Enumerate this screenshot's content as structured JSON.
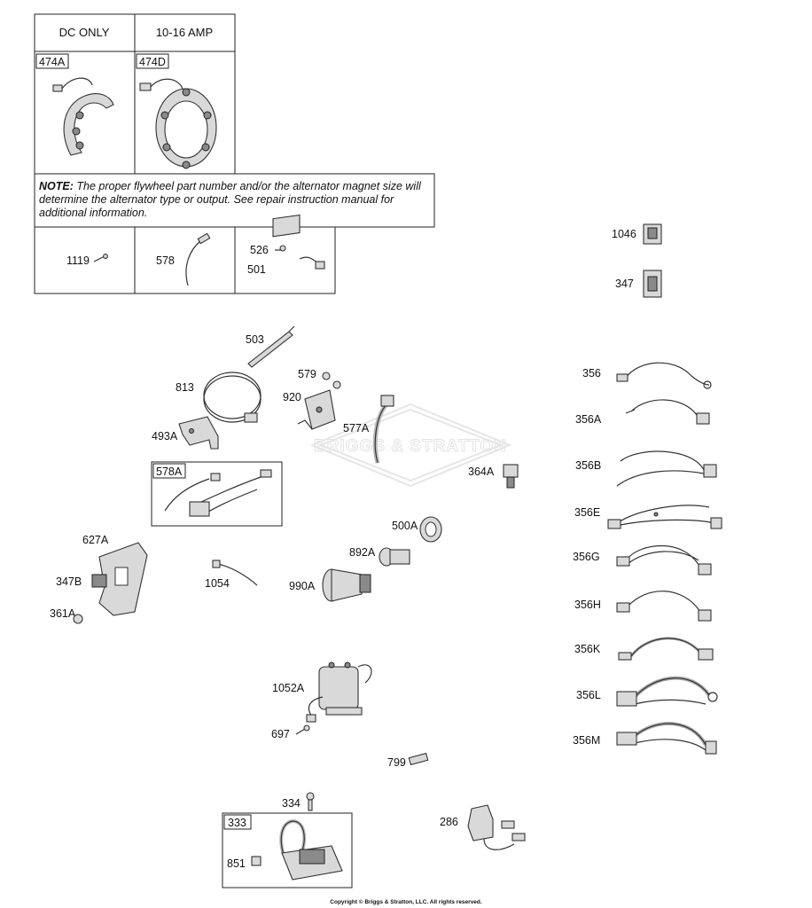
{
  "header_table": {
    "col1_header": "DC ONLY",
    "col2_header": "10-16 AMP",
    "col1_part": "474A",
    "col2_part": "474D"
  },
  "note": {
    "label": "NOTE:",
    "text": "The proper flywheel part number and/or the alternator magnet size will determine the alternator type or output. See repair instruction manual for additional information."
  },
  "parts_row": [
    "1119",
    "578",
    "526",
    "501"
  ],
  "callouts": {
    "p1046": "1046",
    "p347": "347",
    "p503": "503",
    "p813": "813",
    "p579": "579",
    "p920": "920",
    "p493A": "493A",
    "p577A": "577A",
    "p578A": "578A",
    "p364A": "364A",
    "p500A": "500A",
    "p892A": "892A",
    "p627A": "627A",
    "p347B": "347B",
    "p361A": "361A",
    "p1054": "1054",
    "p990A": "990A",
    "p1052A": "1052A",
    "p697": "697",
    "p799": "799",
    "p334": "334",
    "p333": "333",
    "p851": "851",
    "p286": "286"
  },
  "harnesses": [
    "356",
    "356A",
    "356B",
    "356E",
    "356G",
    "356H",
    "356K",
    "356L",
    "356M"
  ],
  "watermark": "BRIGGS & STRATTON",
  "copyright": "Copyright © Briggs & Stratton, LLC. All rights reserved."
}
